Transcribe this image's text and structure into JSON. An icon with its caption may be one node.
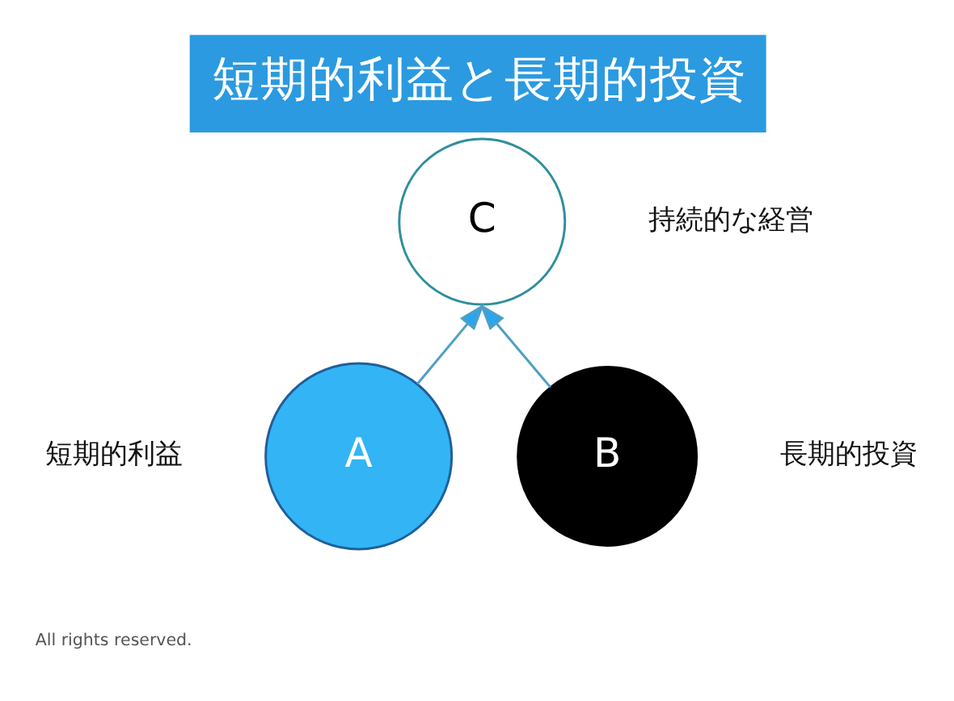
{
  "diagram": {
    "title": "短期的利益と長期的投資",
    "nodes": [
      {
        "text": [
          "C"
        ],
        "beside": [
          "持続的な経営"
        ]
      },
      {
        "text": [
          "A"
        ],
        "beside": [
          "短期的利益"
        ]
      },
      {
        "text": [
          "B"
        ],
        "beside": [
          "長期的投資"
        ]
      }
    ],
    "edges": [
      {
        "from": 1,
        "to": 0,
        "arrow": "to"
      },
      {
        "from": 2,
        "to": 0,
        "arrow": "to"
      }
    ],
    "labels": [
      "All rights reserved."
    ]
  }
}
